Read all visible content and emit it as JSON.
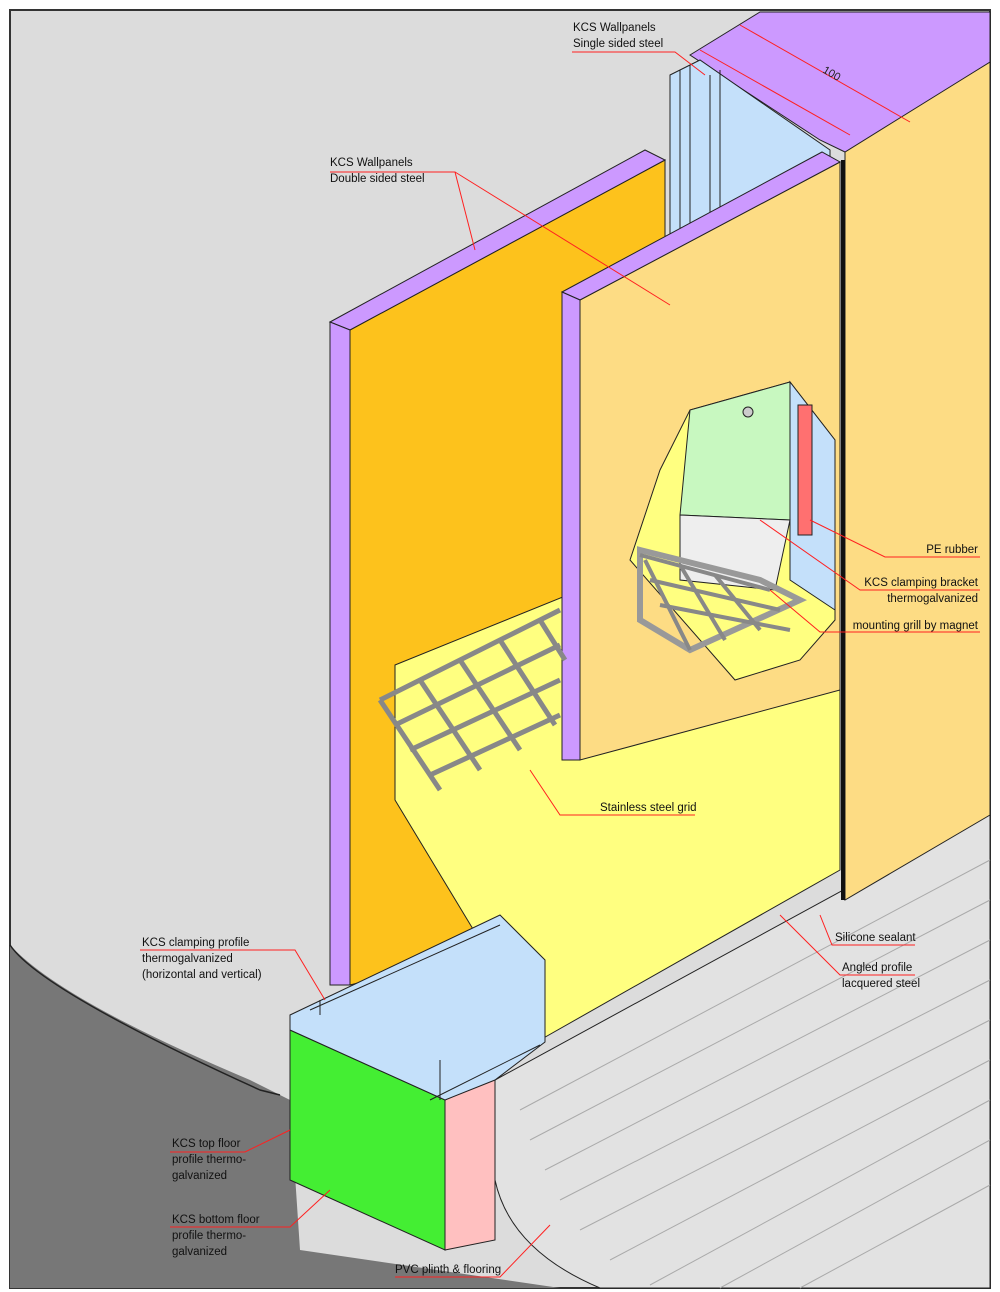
{
  "diagram": {
    "dimension": "100",
    "labels": {
      "single_panel": [
        "KCS Wallpanels",
        "Single sided steel"
      ],
      "double_panel": [
        "KCS Wallpanels",
        "Double sided steel"
      ],
      "pe_rubber": [
        "PE rubber"
      ],
      "clamping_bracket": [
        "KCS clamping bracket",
        "thermogalvanized"
      ],
      "mounting_grill": [
        "mounting grill by magnet"
      ],
      "steel_grid": [
        "Stainless steel grid"
      ],
      "silicone": [
        "Silicone sealant"
      ],
      "angled_profile": [
        "Angled profile",
        "lacquered steel"
      ],
      "clamping_profile": [
        "KCS clamping profile",
        "thermogalvanized",
        "(horizontal and vertical)"
      ],
      "top_floor": [
        "KCS top floor",
        "profile thermo-",
        "galvanized"
      ],
      "bottom_floor": [
        "KCS bottom floor",
        "profile thermo-",
        "galvanized"
      ],
      "pvc": [
        "PVC plinth & flooring"
      ]
    },
    "colors": {
      "background": "#dcdcdc",
      "panel_face": "#fddc84",
      "panel_back": "#fdc21c",
      "insulation": "#cc99ff",
      "floor_fill": "#ffff80",
      "profile": "#c4e0fa",
      "box": "#44ee33",
      "pink": "#ffc0c0",
      "leader": "#ff2020"
    }
  }
}
